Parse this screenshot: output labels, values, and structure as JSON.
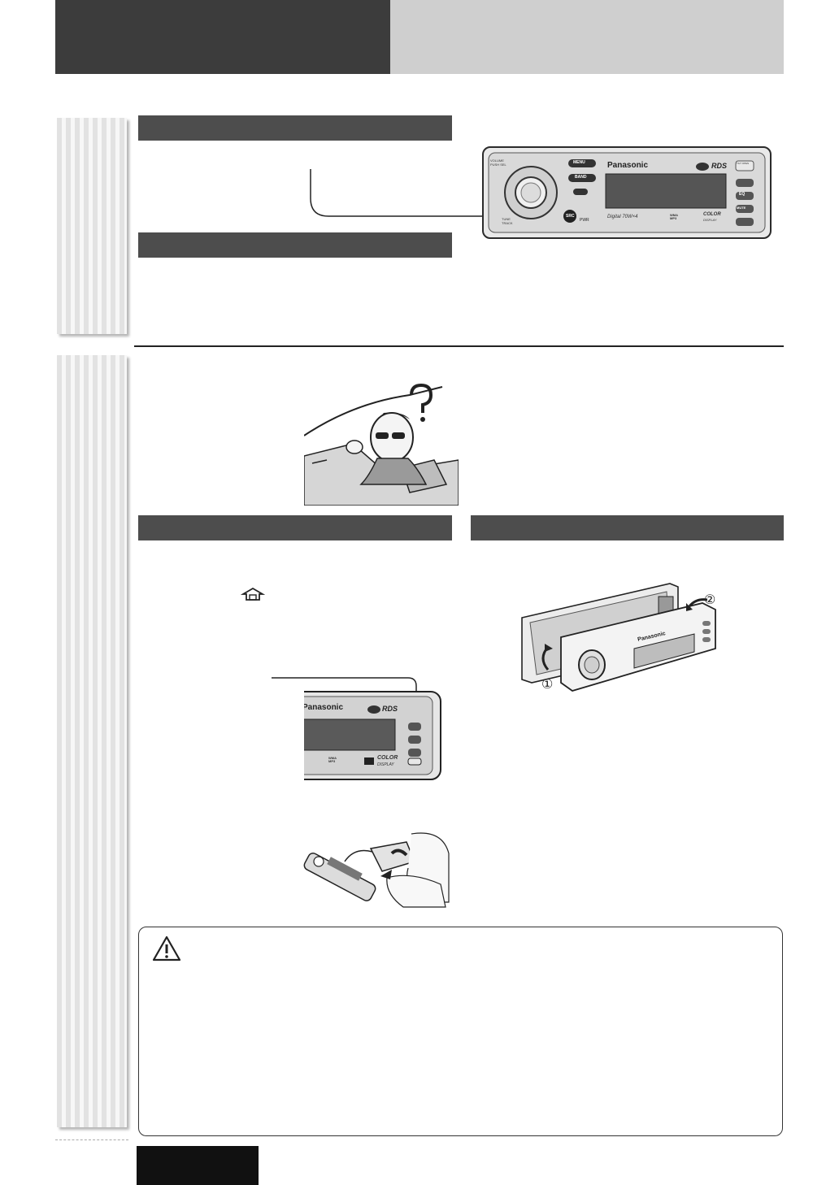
{
  "brand": {
    "name": "Panasonic",
    "rds": "RDS",
    "model": "Digital 70W×4",
    "color_display": "COLOR",
    "display_word": "DISPLAY"
  },
  "panel_labels": {
    "volume_push_sel": "VOLUME PUSH SEL",
    "menu": "MENU",
    "band": "BAND",
    "src": "SRC",
    "pwr": "PWR",
    "tune_track": "TUNE TRACK",
    "eq": "EQ",
    "mute": "MUTE",
    "wma_mp3": "WMA MP3",
    "tilt_open": "TILT OPEN"
  },
  "callouts": {
    "step_one": "①",
    "step_two": "②"
  }
}
